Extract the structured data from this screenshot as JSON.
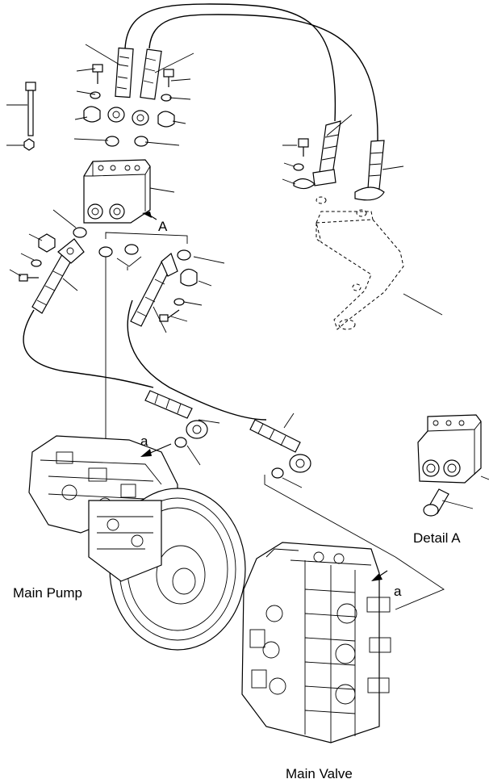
{
  "labels": {
    "detail_marker": "A",
    "detail_title": "Detail A",
    "connection_marker_pump": "a",
    "connection_marker_valve": "a",
    "main_pump": "Main Pump",
    "main_valve": "Main Valve"
  }
}
